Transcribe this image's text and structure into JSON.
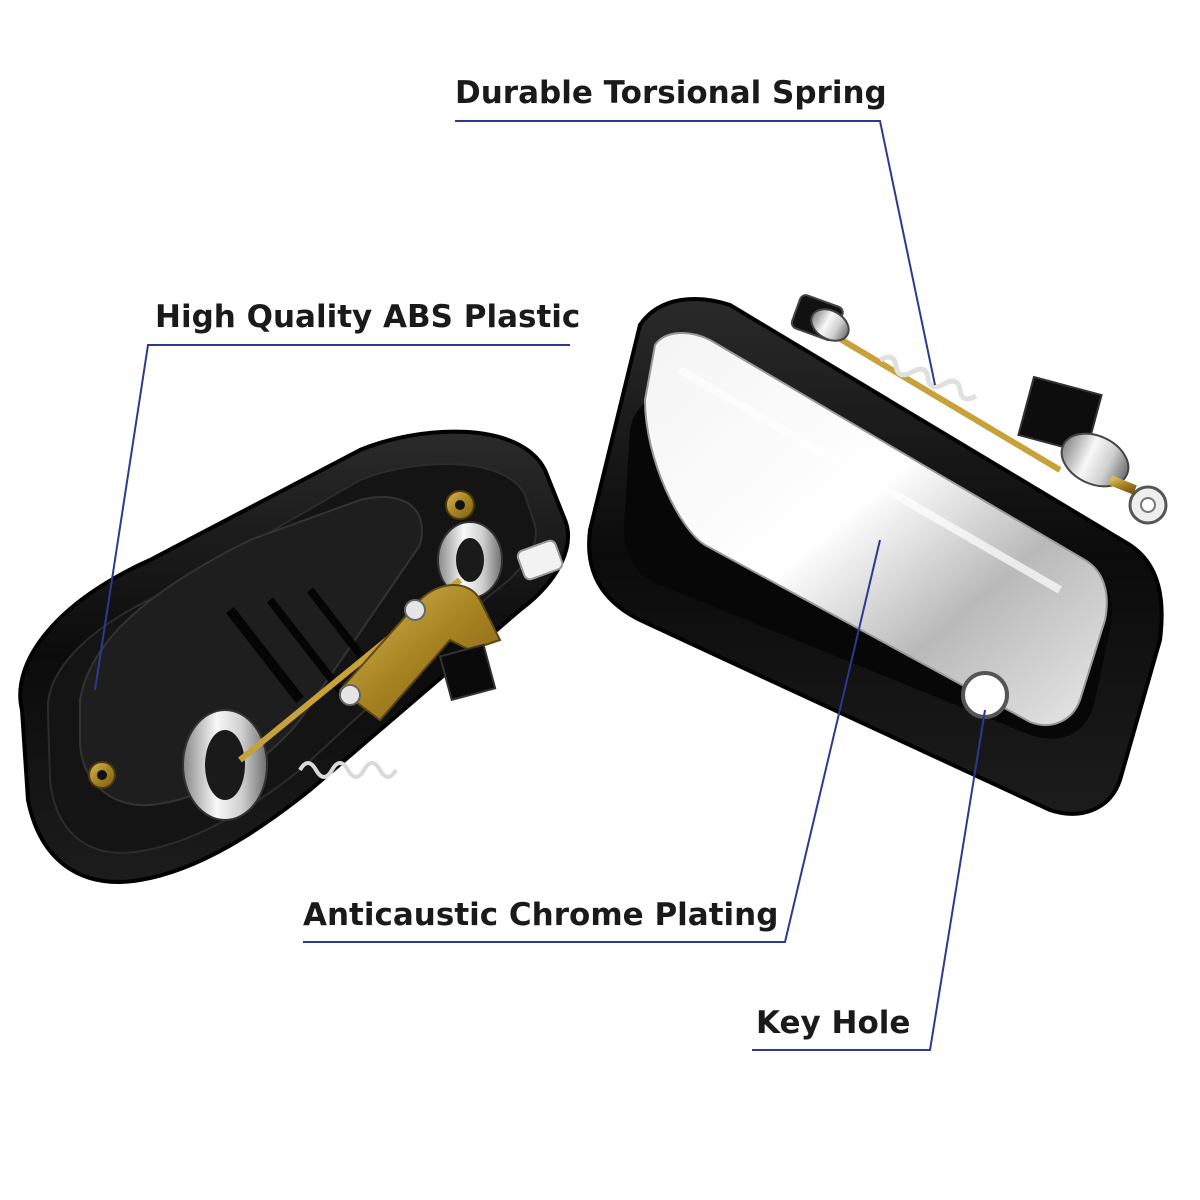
{
  "annotations": {
    "spring": "Durable Torsional Spring",
    "abs_plastic": "High Quality ABS Plastic",
    "chrome": "Anticaustic Chrome Plating",
    "key_hole": "Key Hole"
  },
  "colors": {
    "background": "#ffffff",
    "leader_line": "#2b3a8f",
    "handle_body": "#0d0d0d",
    "chrome": "#d9d9d9",
    "brass": "#b8962e"
  }
}
